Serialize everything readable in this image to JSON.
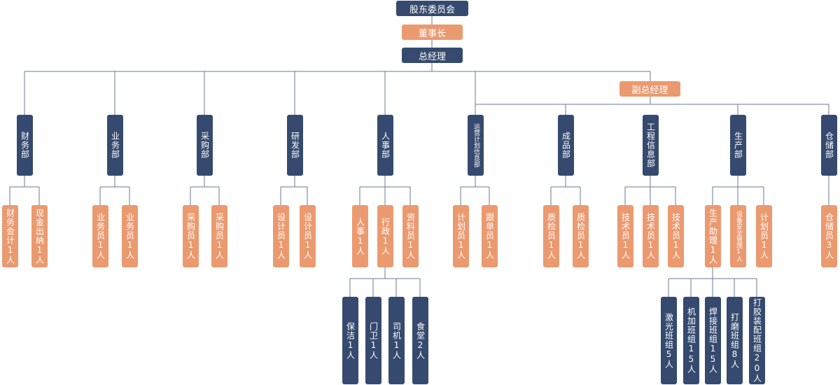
{
  "colors": {
    "dark": "#354a6e",
    "orange": "#eb9a70",
    "line": "#6b7890"
  },
  "board": {
    "label": "股东委员会"
  },
  "chairman": {
    "label": "董事长"
  },
  "gm": {
    "label": "总经理"
  },
  "deputy_gm": {
    "label": "副总经理"
  },
  "departments": [
    {
      "label": "财务部",
      "staff": [
        "财务会计1人",
        "现金出纳1人"
      ]
    },
    {
      "label": "业务部",
      "staff": [
        "业务员1人",
        "业务员1人"
      ]
    },
    {
      "label": "采购部",
      "staff": [
        "采购员1人",
        "采购员1人"
      ]
    },
    {
      "label": "研发部",
      "staff": [
        "设计员1人",
        "设计员1人"
      ]
    },
    {
      "label": "人事部",
      "staff": [
        "人事1人",
        "行政1人",
        "资料员1人"
      ]
    },
    {
      "label": "运营计划信息部",
      "staff": [
        "计划员1人",
        "跟单员1人"
      ]
    },
    {
      "label": "成品部",
      "staff": [
        "质检员1人",
        "质检员1人"
      ]
    },
    {
      "label": "工程信息部",
      "staff": [
        "技术员1人",
        "技术员1人",
        "技术员1人"
      ]
    },
    {
      "label": "生产部",
      "staff": [
        "生产助理1人",
        "设备安全管理1人",
        "计划员1人"
      ]
    },
    {
      "label": "仓储部",
      "staff": [
        "仓储员3人"
      ]
    }
  ],
  "admin_teams": [
    "保洁1人",
    "门卫1人",
    "司机1人",
    "食堂2人"
  ],
  "production_teams": [
    "激光班组5人",
    "机加班组15人",
    "焊接班组15人",
    "打磨班组8人",
    "打胶装配班组20人"
  ]
}
